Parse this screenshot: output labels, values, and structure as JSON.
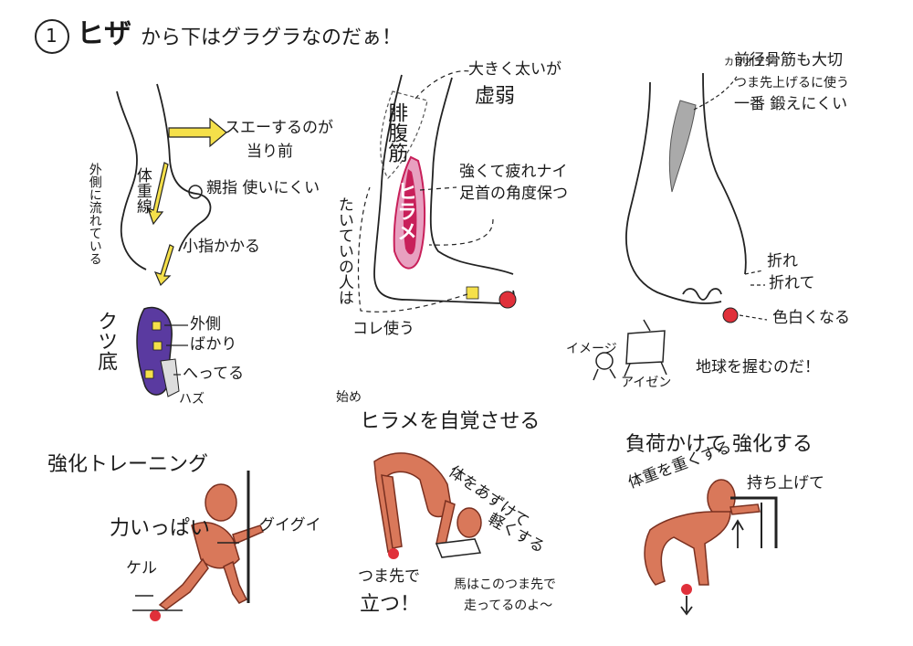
{
  "title": {
    "number": "1",
    "main": "ヒザ",
    "rest": "から下はグラグラなのだぁ！"
  },
  "panel1": {
    "sway": "スエーするのが",
    "natural": "当り前",
    "outer_flow": "外側に流れている",
    "weight_line": "体重線",
    "big_toe": "親指 使いにくい",
    "little_toe": "小指かかる"
  },
  "panel2": {
    "big_thick": "大きく太いが",
    "weak": "虚弱",
    "gastrocnemius": "腓腹筋",
    "soleus": "ヒラメ",
    "strong": "強くて疲れナイ",
    "ankle": "足首の角度保つ",
    "most_people": "たいていの人は",
    "use_this": "コレ使う"
  },
  "panel3": {
    "katsuo": "カツオブシ",
    "tibialis": "前径骨筋も大切",
    "lift_toes": "つま先上げるに使う",
    "hardest": "一番 鍛えにくい",
    "bend1": "折れ",
    "bend2": "折れて",
    "pale": "色白くなる",
    "image": "イメージ",
    "eisen": "アイゼン",
    "grip_earth": "地球を握むのだ！"
  },
  "sole": {
    "label": "クツ底",
    "outer": "外側",
    "only": "ばかり",
    "worn": "へってる",
    "should": "ハズ"
  },
  "section2": {
    "start": "始め",
    "aware": "ヒラメを自覚させる",
    "train": "強化トレーニング",
    "kick": "ケル",
    "power": "力いっぱい",
    "push": "グイグイ",
    "body_weight": "体をあずけて",
    "light": "軽くする",
    "tiptoe": "つま先で",
    "stand": "立つ！",
    "horse": "馬はこのつま先で",
    "horse2": "走ってるのよ～",
    "load": "負荷かけて 強化する",
    "heavy": "体重を重くする",
    "lift": "持ち上げて"
  },
  "colors": {
    "soleus": "#c8205a",
    "soleus_light": "#e8a0c0",
    "arrow_yellow": "#f5e04a",
    "sole_purple": "#5a3aa0",
    "skin": "#d9785a",
    "marker": "#e0303a"
  }
}
